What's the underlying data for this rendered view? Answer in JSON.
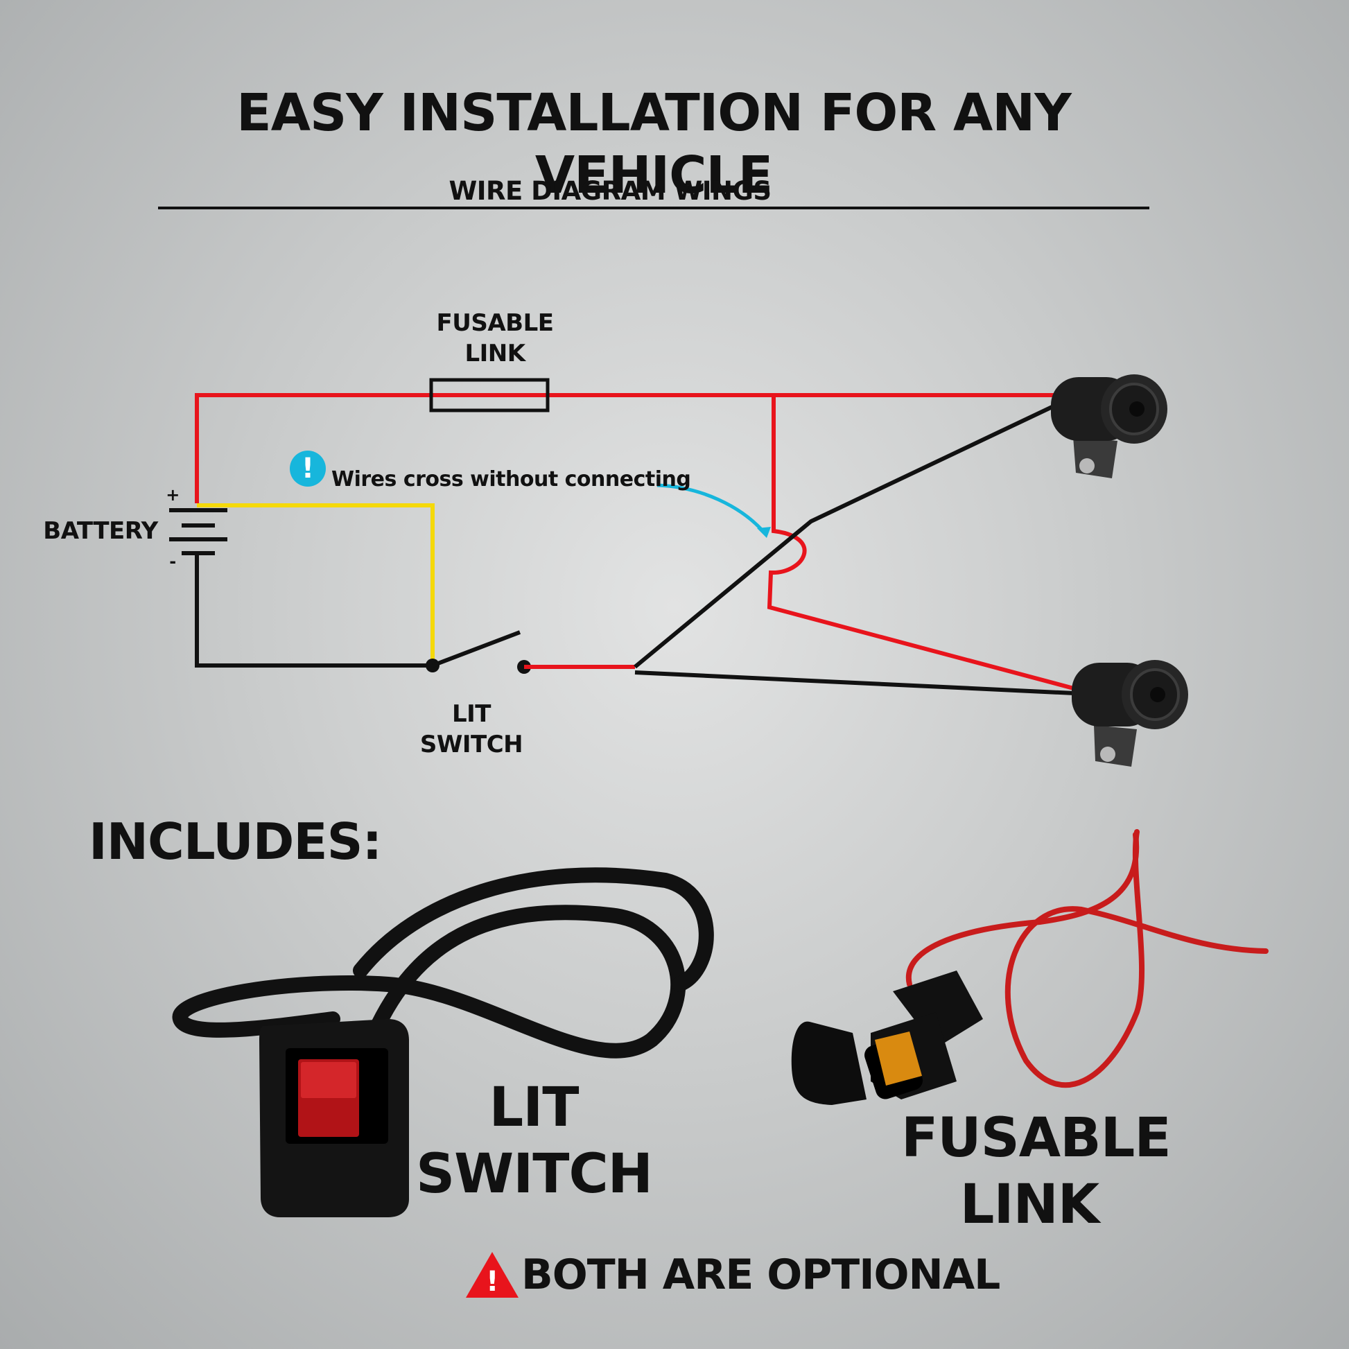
{
  "title": "EASY INSTALLATION FOR ANY VEHICLE",
  "subtitle": "WIRE DIAGRAM WINGS",
  "diagram": {
    "fusable_link_label": [
      "FUSABLE",
      "LINK"
    ],
    "battery_label": "BATTERY",
    "battery_plus": "+",
    "battery_minus": "-",
    "switch_label": [
      "LIT",
      "SWITCH"
    ],
    "note": "Wires cross without connecting",
    "note_icon": "!"
  },
  "includes": {
    "heading": "INCLUDES:",
    "items": [
      {
        "label_line1": "LIT",
        "label_line2": "SWITCH",
        "icon": "rocker-switch-icon"
      },
      {
        "label_line1": "FUSABLE",
        "label_line2": "LINK",
        "icon": "fuse-holder-icon"
      }
    ]
  },
  "footer": {
    "warning_icon": "!",
    "text": "BOTH ARE OPTIONAL"
  },
  "colors": {
    "positive_wire": "#e8141c",
    "ground_wire": "#111111",
    "switch_feed_wire": "#f5d90a",
    "note_accent": "#17b6dc",
    "warning": "#e8141c"
  }
}
